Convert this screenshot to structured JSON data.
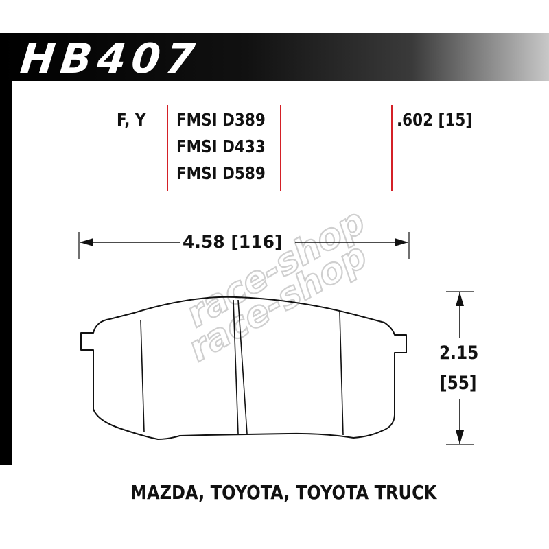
{
  "header": {
    "part_number": "HB407"
  },
  "specs": {
    "position_codes": "F, Y",
    "fmsi_numbers": [
      "FMSI D389",
      "FMSI D433",
      "FMSI D589"
    ],
    "thickness": ".602 [15]"
  },
  "dimensions": {
    "width_label": "4.58 [116]",
    "height_in": "2.15",
    "height_mm": "[55]"
  },
  "applications": "MAZDA, TOYOTA, TOYOTA TRUCK",
  "watermark": {
    "text": "race-shop"
  },
  "colors": {
    "accent_rule": "#d42027",
    "header": "#000000",
    "line": "#111111"
  }
}
